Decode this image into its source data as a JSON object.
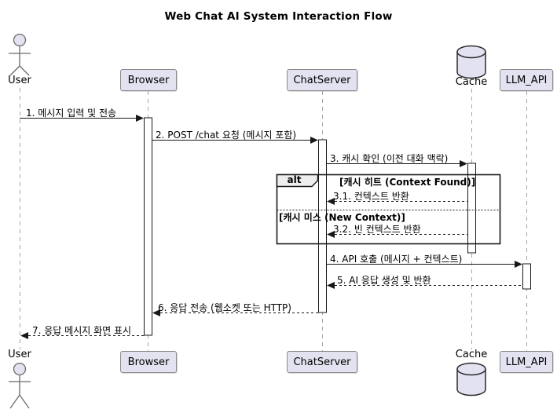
{
  "title": "Web Chat AI System Interaction Flow",
  "participants": [
    {
      "id": "user",
      "label": "User",
      "kind": "actor"
    },
    {
      "id": "browser",
      "label": "Browser",
      "kind": "box"
    },
    {
      "id": "chatserver",
      "label": "ChatServer",
      "kind": "box"
    },
    {
      "id": "cache",
      "label": "Cache",
      "kind": "database"
    },
    {
      "id": "llm_api",
      "label": "LLM_API",
      "kind": "box"
    }
  ],
  "messages": [
    {
      "text": "1. 메시지 입력 및 전송",
      "from": "User",
      "to": "Browser",
      "style": "solid"
    },
    {
      "text": "2. POST /chat 요청 (메시지 포함)",
      "from": "Browser",
      "to": "ChatServer",
      "style": "solid"
    },
    {
      "text": "3. 캐시 확인 (이전 대화 맥락)",
      "from": "ChatServer",
      "to": "Cache",
      "style": "solid"
    },
    {
      "text": "3.1. 컨텍스트 반환",
      "from": "Cache",
      "to": "ChatServer",
      "style": "dashed"
    },
    {
      "text": "3.2. 빈 컨텍스트 반환",
      "from": "Cache",
      "to": "ChatServer",
      "style": "dashed"
    },
    {
      "text": "4. API 호출 (메시지 + 컨텍스트)",
      "from": "ChatServer",
      "to": "LLM_API",
      "style": "solid"
    },
    {
      "text": "5. AI 응답 생성 및 반환",
      "from": "LLM_API",
      "to": "ChatServer",
      "style": "dashed"
    },
    {
      "text": "6. 응답 전송 (웹소켓 또는 HTTP)",
      "from": "ChatServer",
      "to": "Browser",
      "style": "dashed"
    },
    {
      "text": "7. 응답 메시지 화면 표시",
      "from": "Browser",
      "to": "User",
      "style": "dashed"
    }
  ],
  "alt": {
    "operator": "alt",
    "guards": [
      "[캐시 히트 (Context Found)]",
      "[캐시 미스 (New Context)]"
    ]
  },
  "colors": {
    "participant_fill": "#E2E2F0",
    "participant_border": "#8A8A8A",
    "lifeline": "#A5A5A5",
    "arrow": "#181818",
    "alt_operator_fill": "#EEEEEE",
    "background": "#FFFFFF"
  }
}
